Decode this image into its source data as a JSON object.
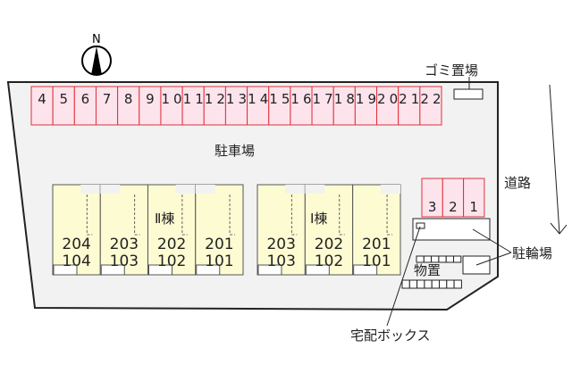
{
  "compass": {
    "label": "N"
  },
  "labels": {
    "parking": "駐車場",
    "garbage": "ゴミ置場",
    "road": "道路",
    "bicycle": "駐輪場",
    "storage": "物置",
    "delivery_box": "宅配ボックス"
  },
  "parking_top": [
    "4",
    "5",
    "6",
    "7",
    "8",
    "9",
    "10",
    "11",
    "12",
    "13",
    "14",
    "15",
    "16",
    "17",
    "18",
    "19",
    "20",
    "21",
    "22"
  ],
  "parking_right": [
    "3",
    "2",
    "1"
  ],
  "buildings": [
    {
      "name": "Ⅱ棟",
      "units": [
        {
          "upper": "204",
          "lower": "104"
        },
        {
          "upper": "203",
          "lower": "103"
        },
        {
          "upper": "202",
          "lower": "102"
        },
        {
          "upper": "201",
          "lower": "101"
        }
      ]
    },
    {
      "name": "Ⅰ棟",
      "units": [
        {
          "upper": "203",
          "lower": "103"
        },
        {
          "upper": "202",
          "lower": "102"
        },
        {
          "upper": "201",
          "lower": "101"
        }
      ]
    }
  ],
  "colors": {
    "stall_fill": "#fde3ec",
    "stall_stroke": "#e0303a",
    "building_fill": "#fdfbd2",
    "lot_fill": "#f2f2f2"
  }
}
